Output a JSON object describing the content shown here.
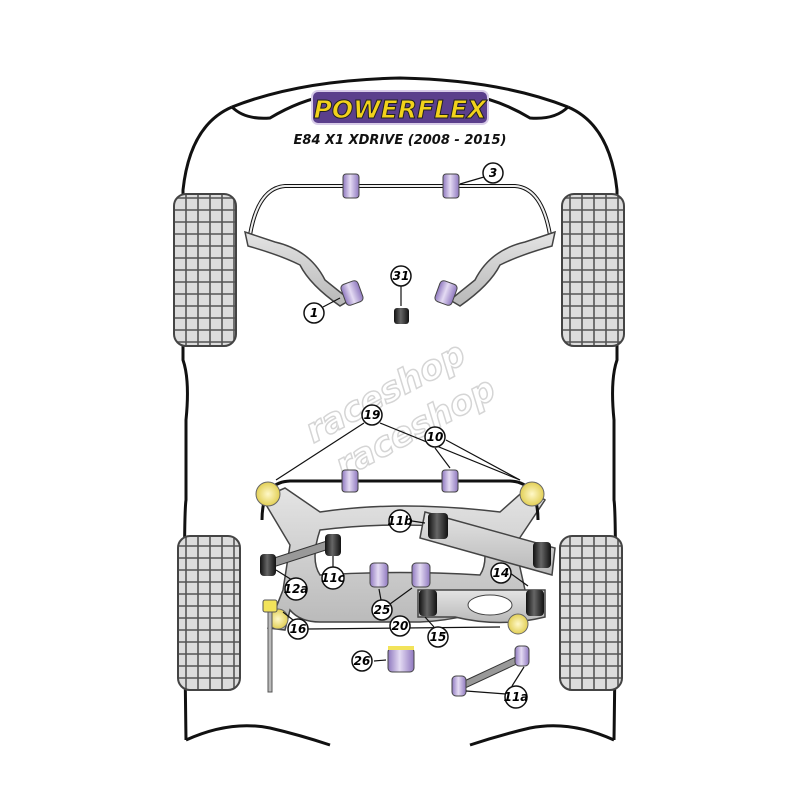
{
  "brand": {
    "logo_text": "POWERFLEX",
    "subtitle": "E84 X1 XDRIVE (2008 - 2015)"
  },
  "watermark": {
    "lines": [
      "raceshop",
      "raceshop"
    ]
  },
  "colors": {
    "purple": "#b9a6d8",
    "yellow": "#f3e58a",
    "grey": "#cfcfcf",
    "black_bush": "#2a2a2a",
    "logo_bg": "#5b3f8c",
    "logo_fg": "#f2d21b"
  },
  "callouts": [
    {
      "id": "3",
      "label": "3"
    },
    {
      "id": "1",
      "label": "1"
    },
    {
      "id": "31",
      "label": "31"
    },
    {
      "id": "19",
      "label": "19"
    },
    {
      "id": "10",
      "label": "10"
    },
    {
      "id": "11b",
      "label": "11b"
    },
    {
      "id": "12a",
      "label": "12a"
    },
    {
      "id": "11c",
      "label": "11c"
    },
    {
      "id": "14",
      "label": "14"
    },
    {
      "id": "25",
      "label": "25"
    },
    {
      "id": "20",
      "label": "20"
    },
    {
      "id": "16",
      "label": "16"
    },
    {
      "id": "15",
      "label": "15"
    },
    {
      "id": "26",
      "label": "26"
    },
    {
      "id": "11a",
      "label": "11a"
    }
  ]
}
